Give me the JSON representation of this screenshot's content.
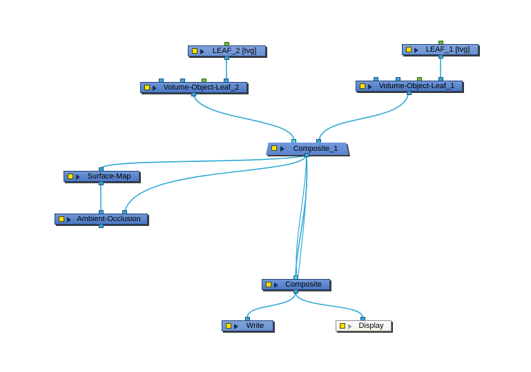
{
  "colors": {
    "wire": "#2fa8d6",
    "node_fill": "#5b83cc",
    "node_border": "#1f3f78",
    "swatch": "#ffe000",
    "port_blue": "#3aa6d8",
    "port_green": "#6cc22a"
  },
  "nodes": {
    "leaf2": {
      "label": "LEAF_2  [tvg]",
      "icon": "yellow-square-icon"
    },
    "leaf1": {
      "label": "LEAF_1  [tvg]",
      "icon": "yellow-square-icon"
    },
    "vol2": {
      "label": "Volume-Object-Leaf_2",
      "icon": "yellow-square-icon"
    },
    "vol1": {
      "label": "Volume-Object-Leaf_1",
      "icon": "yellow-square-icon"
    },
    "composite1": {
      "label": "Composite_1",
      "icon": "yellow-square-icon"
    },
    "surface_map": {
      "label": "Surface-Map",
      "icon": "yellow-square-icon"
    },
    "ambient": {
      "label": "Ambient-Occlusion",
      "icon": "yellow-square-icon"
    },
    "composite": {
      "label": "Composite",
      "icon": "yellow-square-icon"
    },
    "write": {
      "label": "Write",
      "icon": "yellow-square-icon"
    },
    "display": {
      "label": "Display",
      "icon": "yellow-square-icon"
    }
  }
}
